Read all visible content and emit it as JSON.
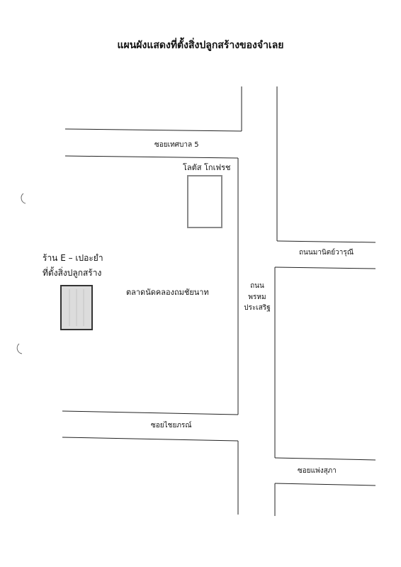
{
  "title": "แผนผังแสดงที่ตั้งสิ่งปลูกสร้างของจำเลย",
  "roads": {
    "soi_thetsaban_5": "ซอยเทศบาล 5",
    "manit_waruni": "ถนนมานิตย์วารุณี",
    "phrom_prasert": [
      "ถนน",
      "พรหม",
      "ประเสริฐ"
    ],
    "soi_chaiyaphon": "ซอยไชยภรณ์",
    "soi_phaeng_suphap": "ซอยแพ่งสุภา"
  },
  "places": {
    "lotus": "โลตัส โกเฟรช",
    "market": "ตลาดนัดคลองถมชัยนาท",
    "shop_name": "ร้าน E – เปอะยำ",
    "shop_note": "ที่ตั้งสิ่งปลูกสร้าง"
  },
  "colors": {
    "line": "#222222",
    "lotus_box": "#8a8a8a",
    "shop_fill": "#dcdcdc",
    "shop_border": "#333333"
  }
}
